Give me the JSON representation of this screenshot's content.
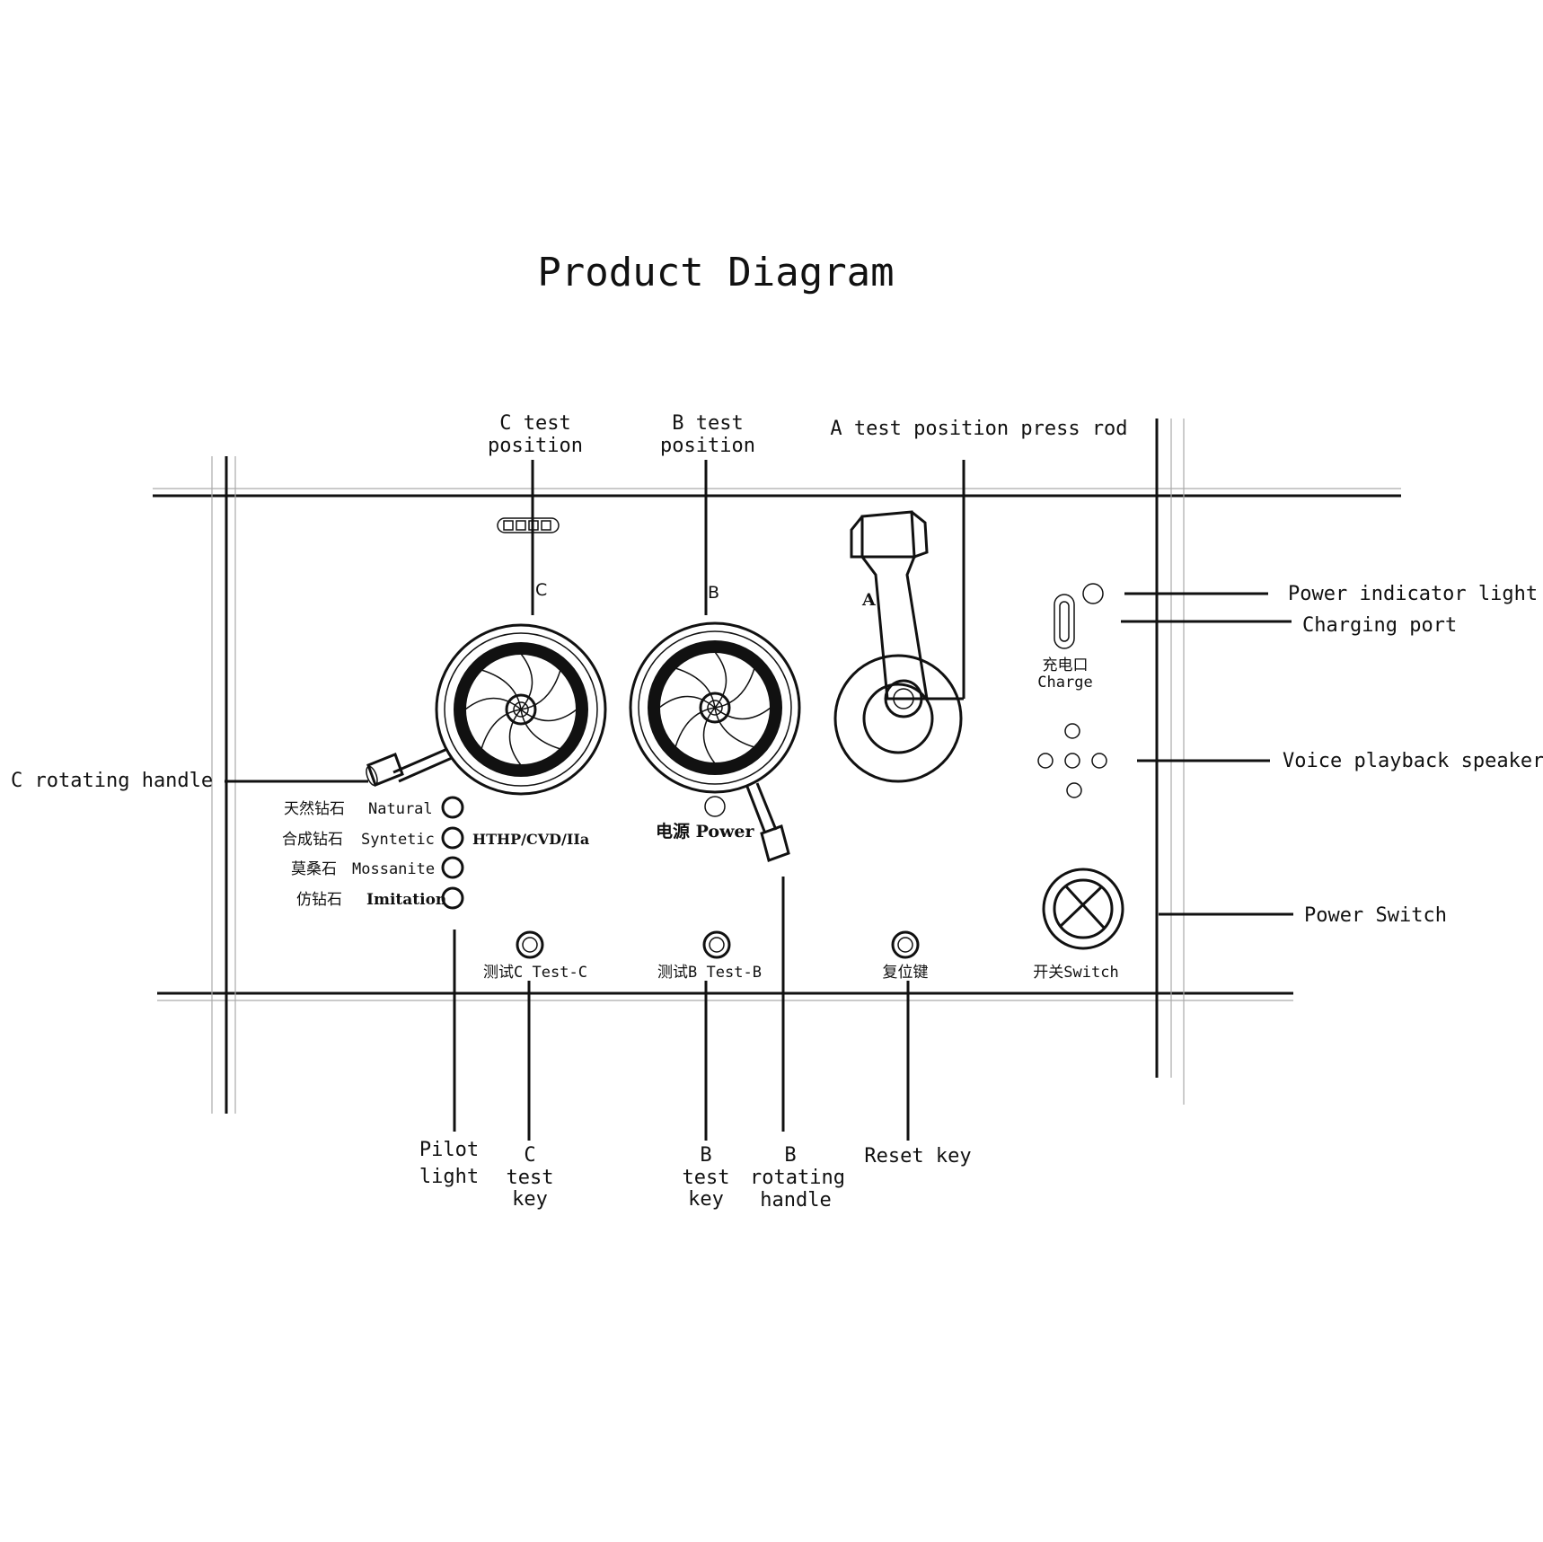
{
  "title": "Product Diagram",
  "callouts": {
    "c_test_position": [
      "C test",
      "position"
    ],
    "b_test_position": [
      "B test",
      "position"
    ],
    "a_test_press_rod": "A test position press rod",
    "power_indicator": "Power indicator light",
    "charging_port": "Charging port",
    "voice_speaker": "Voice playback speaker",
    "power_switch": "Power Switch",
    "c_rotating_handle": "C rotating handle",
    "pilot_light": [
      "Pilot",
      "light"
    ],
    "c_test_key": [
      "C",
      "test",
      "key"
    ],
    "b_test_key": [
      "B",
      "test",
      "key"
    ],
    "b_rotating_handle": [
      "B",
      "rotating",
      "handle"
    ],
    "reset_key": "Reset key"
  },
  "panel": {
    "label_c": "C",
    "label_b": "B",
    "label_a": "A",
    "charge_cn": "充电口",
    "charge_en": "Charge",
    "power_cn": "电源 Power",
    "indicators": [
      {
        "cn": "天然钻石",
        "en": "Natural"
      },
      {
        "cn": "合成钻石",
        "en": "Syntetic"
      },
      {
        "cn": "莫桑石",
        "en": "Mossanite"
      },
      {
        "cn": "仿钻石",
        "en": "Imitation"
      }
    ],
    "hthp": "HTHP/CVD/IIa",
    "test_c": "测试C Test-C",
    "test_b": "测试B Test-B",
    "reset_cn": "复位键",
    "switch_label": "开关Switch"
  }
}
